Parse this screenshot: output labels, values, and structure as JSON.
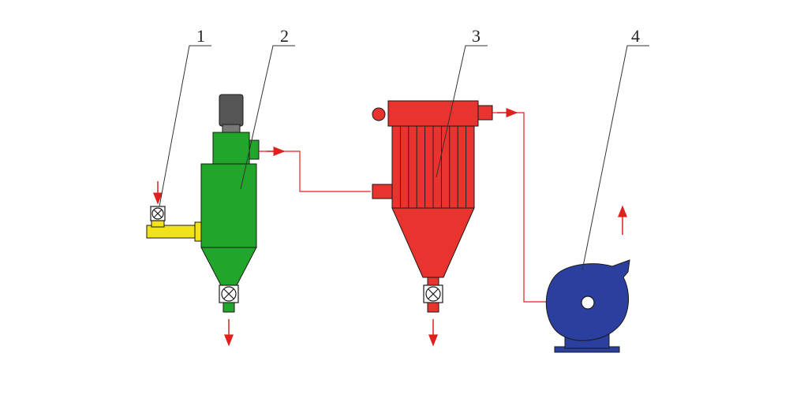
{
  "labels": [
    {
      "id": "1",
      "text": "1"
    },
    {
      "id": "2",
      "text": "2"
    },
    {
      "id": "3",
      "text": "3"
    },
    {
      "id": "4",
      "text": "4"
    }
  ],
  "colors": {
    "mill": "#22a52b",
    "mill_motor": "#555555",
    "feeder": "#f2e21b",
    "collector": "#e8332f",
    "fan": "#2a3f9e",
    "flow": "#e0201d",
    "outline": "#1a1a1a"
  },
  "components": {
    "feeder_valve": "rotary-valve-icon",
    "mill": "classifier-mill",
    "collector": "bag-filter-collector",
    "fan": "centrifugal-fan"
  }
}
